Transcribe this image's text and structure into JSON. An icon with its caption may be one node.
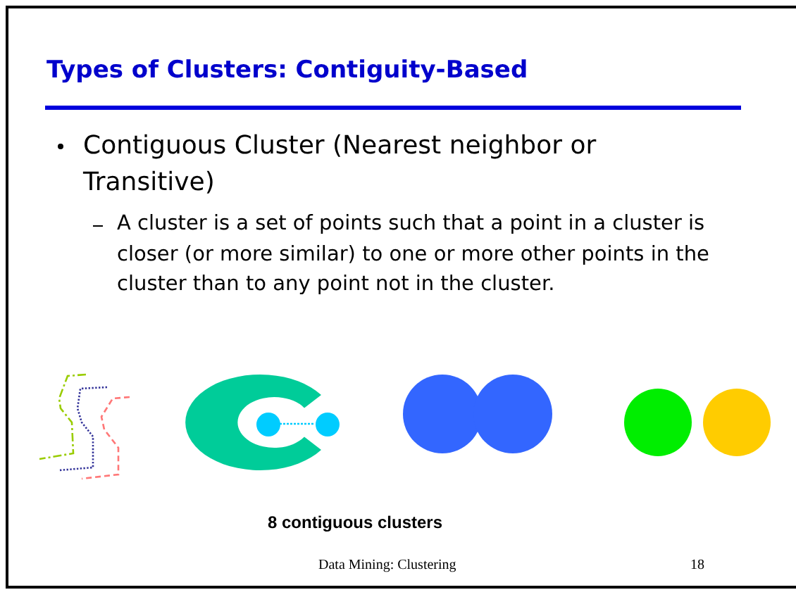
{
  "diagram": {
    "title": "Types of Clusters: Contiguity-Based",
    "nodes": [
      {
        "text": [],
        "shape": "circle"
      },
      {
        "text": [],
        "shape": "circle"
      }
    ],
    "edges": [
      {
        "from": 0,
        "to": 1,
        "arrow": "none",
        "style": "dashed"
      }
    ],
    "labels": [
      "Contiguous Cluster (Nearest neighbor or Transitive)",
      "A cluster is a set of points such that a point in a cluster is closer (or more similar) to one or more other points in the cluster than to any point not in the cluster.",
      "8 contiguous clusters",
      "Data Mining: Clustering",
      "18"
    ]
  }
}
